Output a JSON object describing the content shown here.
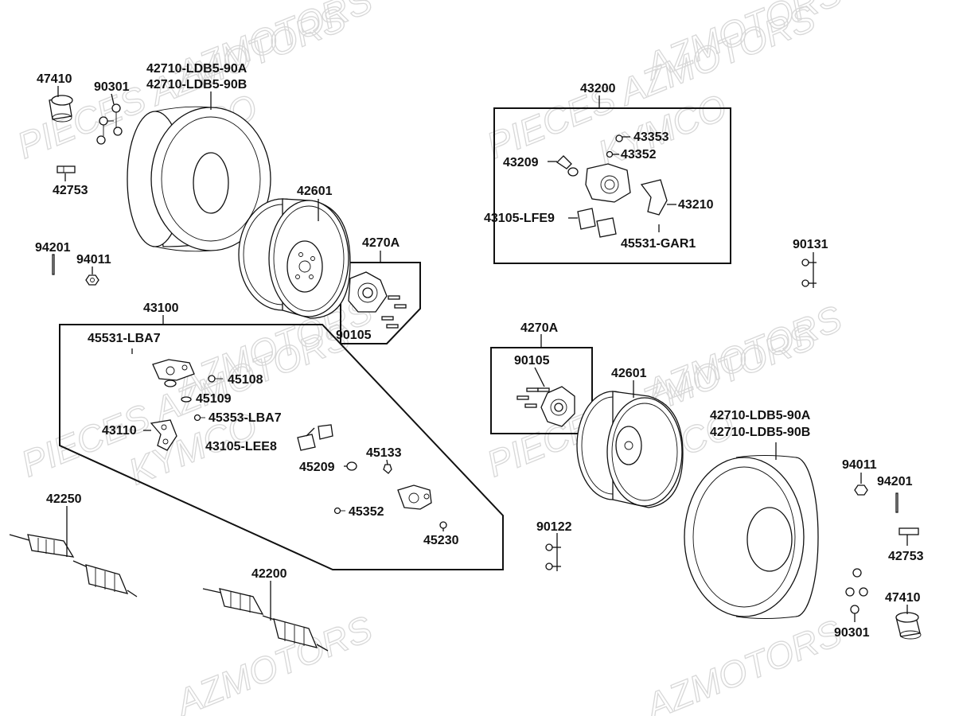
{
  "watermarks": [
    "AZMOTORS",
    "PIECES AZMOTORS",
    "KYMCO"
  ],
  "labels": {
    "l47410_top": "47410",
    "l90301_top": "90301",
    "l42710a_top": "42710-LDB5-90A",
    "l42710b_top": "42710-LDB5-90B",
    "l42753_top": "42753",
    "l42601_top": "42601",
    "l94201_top": "94201",
    "l94011_top": "94011",
    "l4270a_top": "4270A",
    "l90105_top": "90105",
    "l43100": "43100",
    "l45531lba7": "45531-LBA7",
    "l45108": "45108",
    "l45109": "45109",
    "l45353lba7": "45353-LBA7",
    "l43110": "43110",
    "l43105lee8": "43105-LEE8",
    "l45209": "45209",
    "l45133": "45133",
    "l45352": "45352",
    "l45230": "45230",
    "l42250": "42250",
    "l42200": "42200",
    "l43200": "43200",
    "l43353": "43353",
    "l43352": "43352",
    "l43209": "43209",
    "l43210": "43210",
    "l43105lfe9": "43105-LFE9",
    "l45531gar1": "45531-GAR1",
    "l90131": "90131",
    "l4270a_mid": "4270A",
    "l90105_mid": "90105",
    "l42601_mid": "42601",
    "l42710a_right": "42710-LDB5-90A",
    "l42710b_right": "42710-LDB5-90B",
    "l94011_right": "94011",
    "l94201_right": "94201",
    "l42753_right": "42753",
    "l90122": "90122",
    "l47410_right": "47410",
    "l90301_right": "90301"
  }
}
